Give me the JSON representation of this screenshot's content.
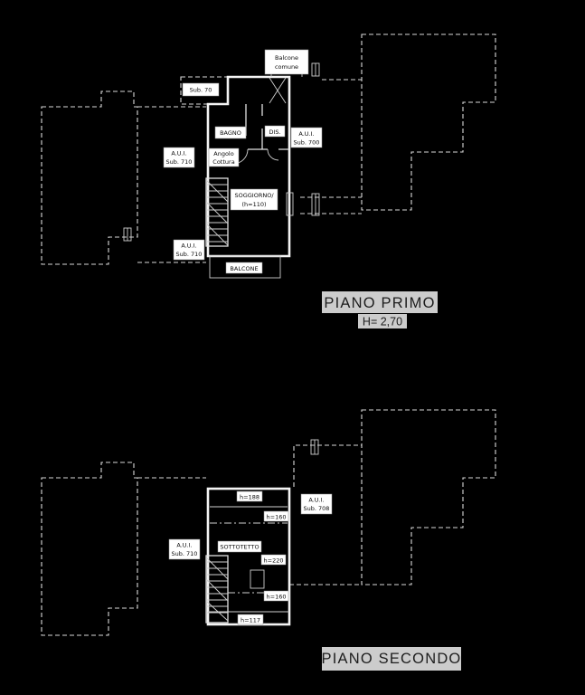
{
  "canvas": {
    "background": "#000000",
    "line_color": "#e6e6e6",
    "label_box_color": "#ffffff",
    "label_text_color": "#0b0b0b",
    "title_highlight_color": "#cccccc"
  },
  "floor1": {
    "title": "PIANO PRIMO",
    "height_note": "H= 2,70",
    "labels": {
      "balcone_comune_line1": "Balcone",
      "balcone_comune_line2": "comune",
      "sub70": "Sub. 70",
      "bagno": "BAGNO",
      "dis": "DIS.",
      "aui700_line1": "A.U.I.",
      "aui700_line2": "Sub. 700",
      "angolo_line1": "Angolo",
      "angolo_line2": "Cottura",
      "aui710_left_line1": "A.U.I.",
      "aui710_left_line2": "Sub. 710",
      "soggiorno_line1": "SOGGIORNO/",
      "soggiorno_line2": "(h=110)",
      "aui710_bottom_line1": "A.U.I.",
      "aui710_bottom_line2": "Sub. 710",
      "balcone": "BALCONE"
    }
  },
  "floor2": {
    "title": "PIANO SECONDO",
    "labels": {
      "h188": "h=188",
      "aui708_line1": "A.U.I.",
      "aui708_line2": "Sub. 708",
      "h160_upper": "h=160",
      "aui710_line1": "A.U.I.",
      "aui710_line2": "Sub. 710",
      "sottotetto": "SOTTOTETTO",
      "h220": "h=220",
      "h160_lower": "h=160",
      "h117": "h=117"
    }
  }
}
